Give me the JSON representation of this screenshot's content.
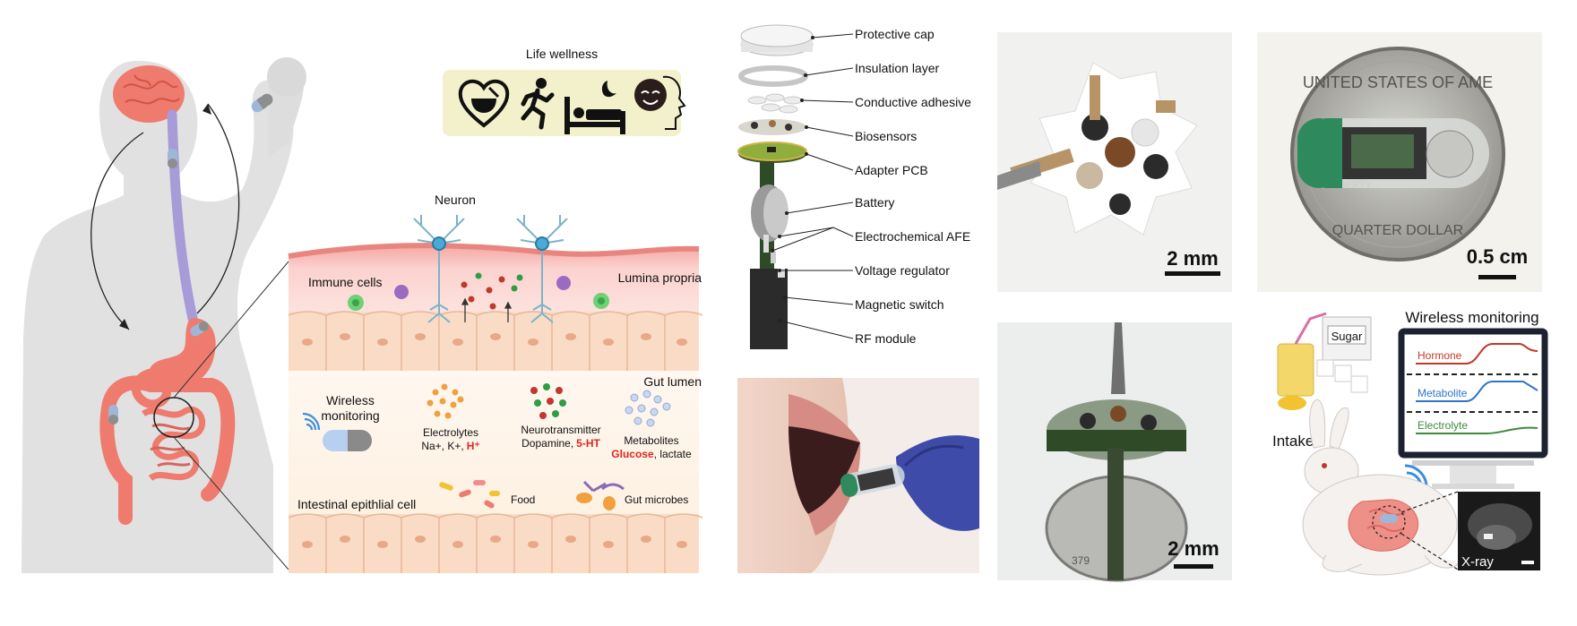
{
  "life_wellness": {
    "title": "Life wellness",
    "icons": [
      "heart-bowl-icon",
      "runner-icon",
      "bed-sleep-icon",
      "speaking-head-icon"
    ]
  },
  "tissue": {
    "neuron": "Neuron",
    "immune_cells": "Immune cells",
    "lumina_propria": "Lumina propria",
    "gut_lumen": "Gut lumen",
    "wireless_monitoring": "Wireless\nmonitoring",
    "electrolytes_title": "Electrolytes",
    "electrolytes_ions": "Na+, K+,",
    "electrolytes_highlight": "H⁺",
    "neurotransmitter_title": "Neurotransmitter",
    "neurotransmitter_items": "Dopamine,",
    "neurotransmitter_highlight": "5-HT",
    "metabolites_title": "Metabolites",
    "metabolites_highlight": "Glucose",
    "metabolites_items": ", lactate",
    "epithelial": "Intestinal epithlial cell",
    "food": "Food",
    "gut_microbes": "Gut microbes"
  },
  "device_layers": [
    "Protective cap",
    "Insulation layer",
    "Conductive adhesive",
    "Biosensors",
    "Adapter PCB",
    "Battery",
    "Electrochemical AFE",
    "Voltage regulator",
    "Magnetic switch",
    "RF module"
  ],
  "photos": {
    "sensors_scale": "2 mm",
    "quarter_scale": "0.5 cm",
    "assembled_scale": "2 mm",
    "quarter_text_top": "UNITED STATES OF AME",
    "quarter_text_left": "LIBERTY",
    "quarter_text_bottom": "QUARTER DOLLAR"
  },
  "rabbit_panel": {
    "wireless_monitoring": "Wireless monitoring",
    "sugar": "Sugar",
    "intake": "Intake",
    "xray": "X-ray",
    "signals": [
      {
        "name": "Hormone",
        "color": "#c0392b"
      },
      {
        "name": "Metabolite",
        "color": "#2e75c8"
      },
      {
        "name": "Electrolyte",
        "color": "#3d8a3d"
      }
    ]
  },
  "colors": {
    "silhouette": "#e1e1e1",
    "organ": "#ef7b6e",
    "esophagus": "#a79bd8",
    "tissue_pink": "#f7c8c4",
    "epithelium": "#fadcc6",
    "wellness_box": "#f3f0cc",
    "highlight_red": "#e0261e",
    "hormone": "#c0392b",
    "metabolite": "#2e75c8",
    "electrolyte": "#3d8a3d"
  }
}
